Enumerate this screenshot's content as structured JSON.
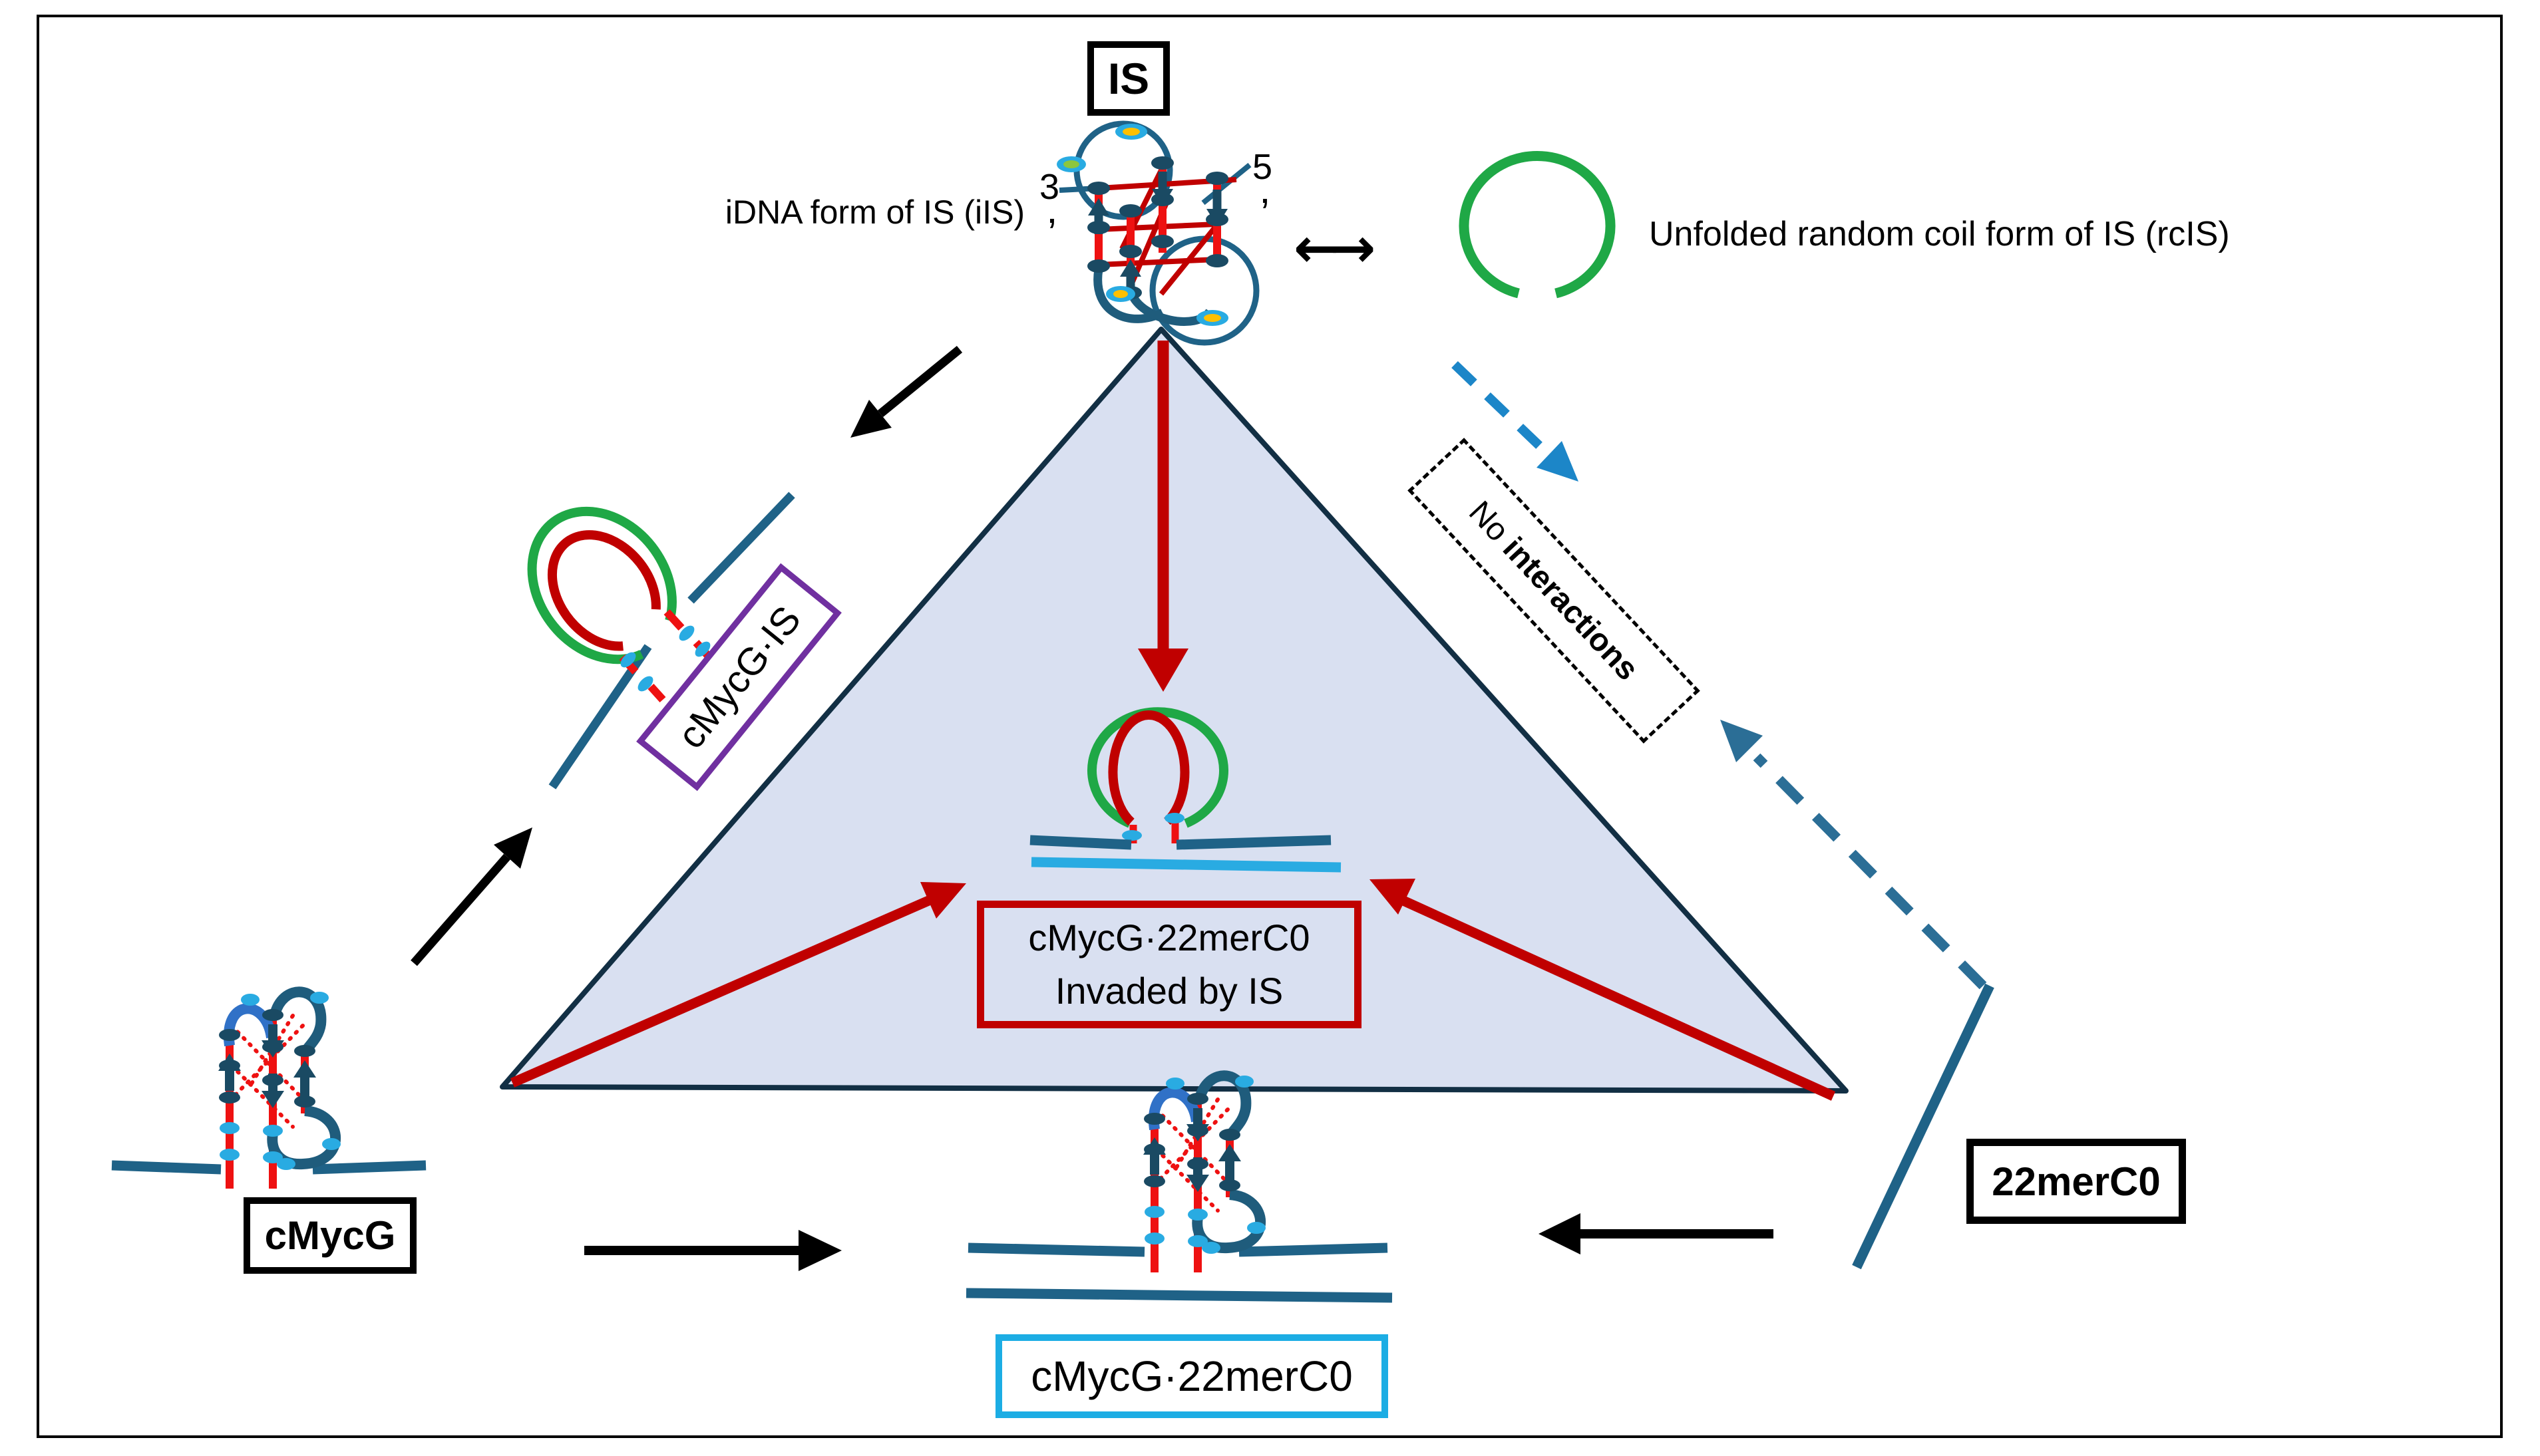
{
  "labels": {
    "is": "IS",
    "idna_caption": "iDNA form of IS (iIS)",
    "rc_caption": "Unfolded random coil form of IS (rcIS)",
    "double_arrow": "←→",
    "three_prime_digit": "3",
    "three_prime_mark": "’",
    "five_prime_digit": "5",
    "five_prime_mark": "’",
    "no_interactions_prefix": "No ",
    "no_interactions_word": "interactions",
    "cmycg_is": "cMycG·IS",
    "invaded_line1": "cMycG·22merC0",
    "invaded_line2": "Invaded by IS",
    "cmycg": "cMycG",
    "cmycg_22merc0": "cMycG·22merC0",
    "merc0": "22merC0"
  },
  "colors": {
    "triangle_fill": "#D9E0F1",
    "triangle_border": "#122F44",
    "dark_red": "#C00000",
    "bright_red": "#EE1111",
    "teal_line": "#1F6287",
    "dark_loop": "#1F5C7C",
    "base_ellipse": "#1A4A63",
    "green_coil": "#1FA846",
    "bright_blue_loop": "#3071C7",
    "bright_blue_dash": "#1C86C8",
    "steel_blue_dash": "#2B6E96",
    "cyan_accent": "#29ABE2",
    "cyan_box_border": "#1CADE4",
    "purple_box_border": "#7030A0",
    "orange_dot": "#FFC000",
    "green_dot": "#8CC63F"
  }
}
